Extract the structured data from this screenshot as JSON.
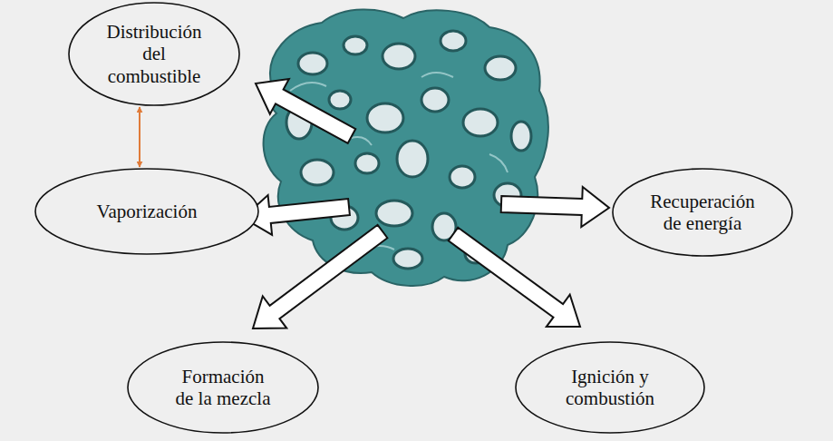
{
  "diagram": {
    "nodes": [
      {
        "text": [
          "Distribución del combustible"
        ]
      },
      {
        "text": [
          "Vaporización"
        ]
      },
      {
        "text": [
          "Recuperación de energía"
        ]
      },
      {
        "text": [
          "Formación de la mezcla"
        ]
      },
      {
        "text": [
          "Ignición y combustión"
        ]
      }
    ],
    "edges": [
      {
        "from": 0,
        "to": 1,
        "arrow": "both"
      }
    ]
  }
}
